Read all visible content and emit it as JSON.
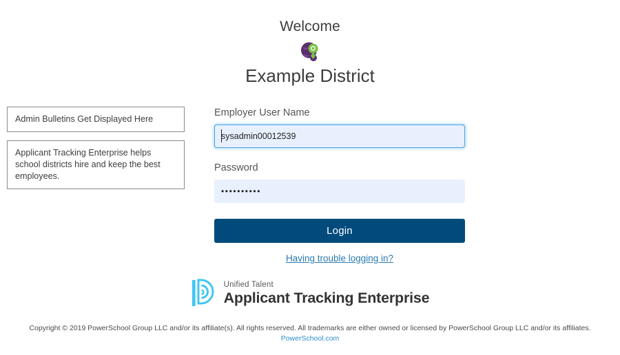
{
  "header": {
    "welcome": "Welcome",
    "district_name": "Example District",
    "district_logo_icon": "globe-pin-icon"
  },
  "bulletins": {
    "items": [
      {
        "text": "Admin Bulletins Get Displayed Here"
      },
      {
        "text": "Applicant Tracking Enterprise helps school districts hire and keep the best employees."
      }
    ]
  },
  "form": {
    "username": {
      "label": "Employer User Name",
      "value": "sysadmin00012539",
      "placeholder": ""
    },
    "password": {
      "label": "Password",
      "value": "••••••••••",
      "placeholder": ""
    },
    "login_button_label": "Login",
    "trouble_link_label": "Having trouble logging in?"
  },
  "footer": {
    "brand_mark_icon": "powerschool-p-icon",
    "brand_eyebrow": "Unified Talent",
    "brand_product": "Applicant Tracking Enterprise",
    "copyright": "Copyright © 2019 PowerSchool Group LLC and/or its affiliate(s). All rights reserved. All trademarks are either owned or licensed by PowerSchool Group LLC and/or its affiliates.",
    "site_link": "PowerSchool.com"
  },
  "colors": {
    "login_button": "#004b7c",
    "link": "#2a7ab0",
    "footer_link": "#2a8fd0",
    "input_background": "#e8f0fe",
    "focus_border": "#4aa3df",
    "bulletin_border": "#8a8a8a",
    "logo_purple": "#5b2d70",
    "logo_green": "#7ac143",
    "brand_cyan": "#3fc6f4"
  }
}
